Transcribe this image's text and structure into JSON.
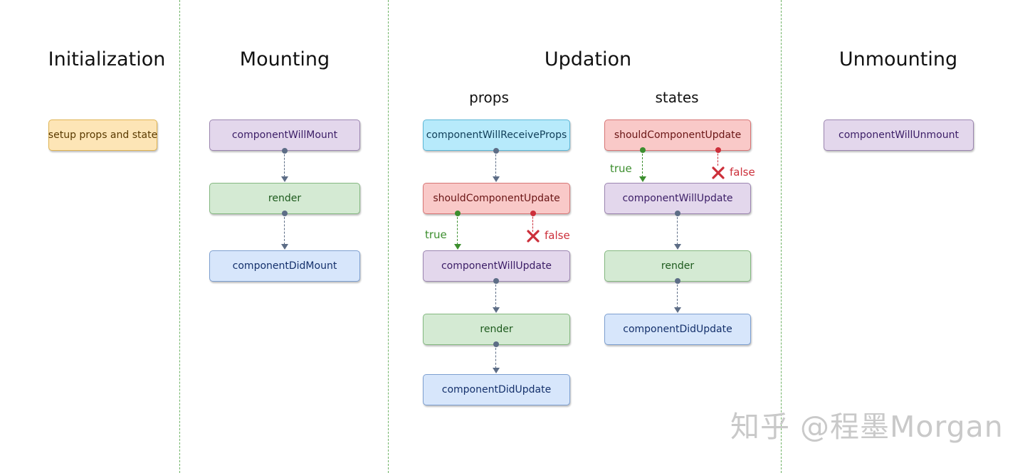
{
  "sections": {
    "initialization": "Initialization",
    "mounting": "Mounting",
    "updation": "Updation",
    "unmounting": "Unmounting"
  },
  "subsections": {
    "props": "props",
    "states": "states"
  },
  "initialization": {
    "setup": "setup props and state"
  },
  "mounting": {
    "will_mount": "componentWillMount",
    "render": "render",
    "did_mount": "componentDidMount"
  },
  "updation_props": {
    "will_receive_props": "componentWillReceiveProps",
    "should_update": "shouldComponentUpdate",
    "true_label": "true",
    "false_label": "false",
    "will_update": "componentWillUpdate",
    "render": "render",
    "did_update": "componentDidUpdate"
  },
  "updation_states": {
    "should_update": "shouldComponentUpdate",
    "true_label": "true",
    "false_label": "false",
    "will_update": "componentWillUpdate",
    "render": "render",
    "did_update": "componentDidUpdate"
  },
  "unmounting": {
    "will_unmount": "componentWillUnmount"
  },
  "watermark": "知乎 @程墨Morgan",
  "colors": {
    "divider": "#6fb366",
    "yellow": "#fde5b6",
    "purple": "#e3d7ec",
    "green": "#d4ead3",
    "blue": "#d7e6fb",
    "cyan": "#b7eafb",
    "red": "#f9c9c8",
    "true_arrow": "#3c8e2e",
    "false_arrow": "#cc2f3a",
    "flow_arrow": "#5d6d86"
  }
}
